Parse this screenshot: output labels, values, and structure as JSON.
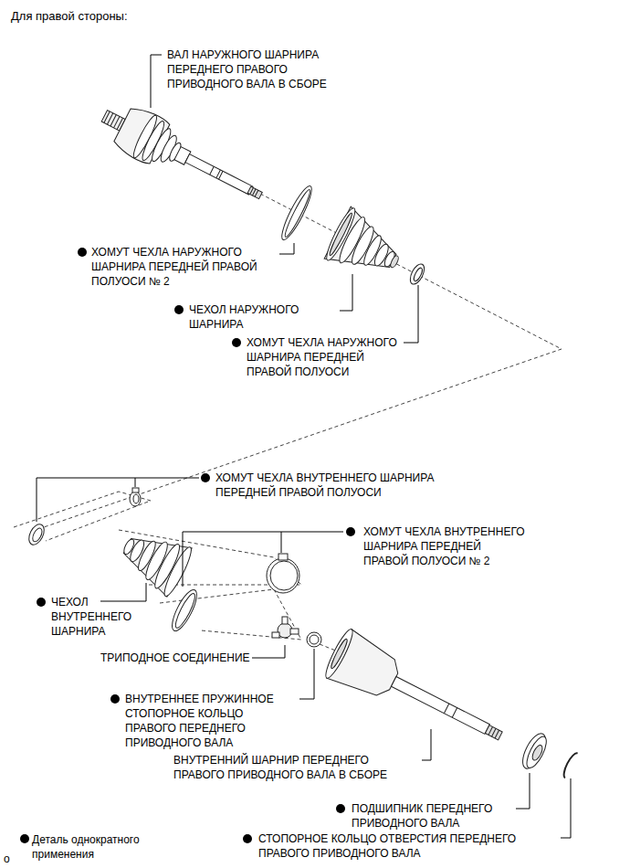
{
  "diagram": {
    "title": "Для правой стороны:",
    "labels": [
      "ВАЛ НАРУЖНОГО ШАРНИРА ПЕРЕДНЕГО ПРАВОГО ПРИВОДНОГО ВАЛА В СБОРЕ",
      "ХОМУТ ЧЕХЛА НАРУЖНОГО ШАРНИРА ПЕРЕДНЕЙ ПРАВОЙ ПОЛУОСИ № 2",
      "ЧЕХОЛ НАРУЖНОГО ШАРНИРА",
      "ХОМУТ ЧЕХЛА НАРУЖНОГО ШАРНИРА ПЕРЕДНЕЙ ПРАВОЙ ПОЛУОСИ",
      "ХОМУТ ЧЕХЛА ВНУТРЕННЕГО ШАРНИРА ПЕРЕДНЕЙ ПРАВОЙ ПОЛУОСИ",
      "ХОМУТ ЧЕХЛА ВНУТРЕННЕГО ШАРНИРА ПЕРЕДНЕЙ ПРАВОЙ ПОЛУОСИ № 2",
      "ЧЕХОЛ ВНУТРЕННЕГО ШАРНИРА",
      "ТРИПОДНОЕ СОЕДИНЕНИЕ",
      "ВНУТРЕННЕЕ ПРУЖИННОЕ СТОПОРНОЕ КОЛЬЦО ПРАВОГО ПЕРЕДНЕГО ПРИВОДНОГО ВАЛА",
      "ВНУТРЕННИЙ ШАРНИР ПЕРЕДНЕГО ПРАВОГО ПРИВОДНОГО ВАЛА В СБОРЕ",
      "ПОДШИПНИК ПЕРЕДНЕГО ПРИВОДНОГО ВАЛА",
      "СТОПОРНОЕ КОЛЬЦО ОТВЕРСТИЯ ПЕРЕДНЕГО ПРАВОГО ПРИВОДНОГО ВАЛА",
      "o"
    ],
    "legend": [
      {
        "text": "Деталь однократного применения"
      }
    ]
  }
}
